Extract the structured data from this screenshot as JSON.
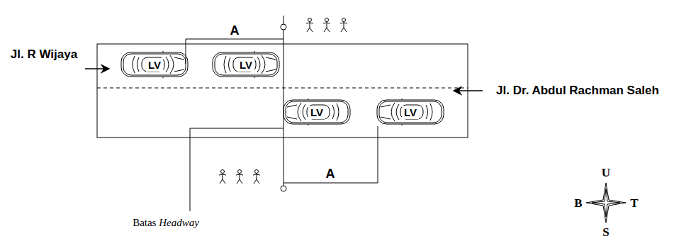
{
  "diagram": {
    "nodes": [
      {
        "text": [
          "LV"
        ]
      },
      {
        "text": [
          "LV"
        ]
      },
      {
        "text": [
          "LV"
        ]
      },
      {
        "text": [
          "LV"
        ]
      }
    ],
    "labels": [
      "Jl. R Wijaya",
      "Jl. Dr. Abdul Rachman Saleh",
      "A",
      "A",
      "Batas Headway",
      "U",
      "B",
      "T",
      "S"
    ]
  }
}
